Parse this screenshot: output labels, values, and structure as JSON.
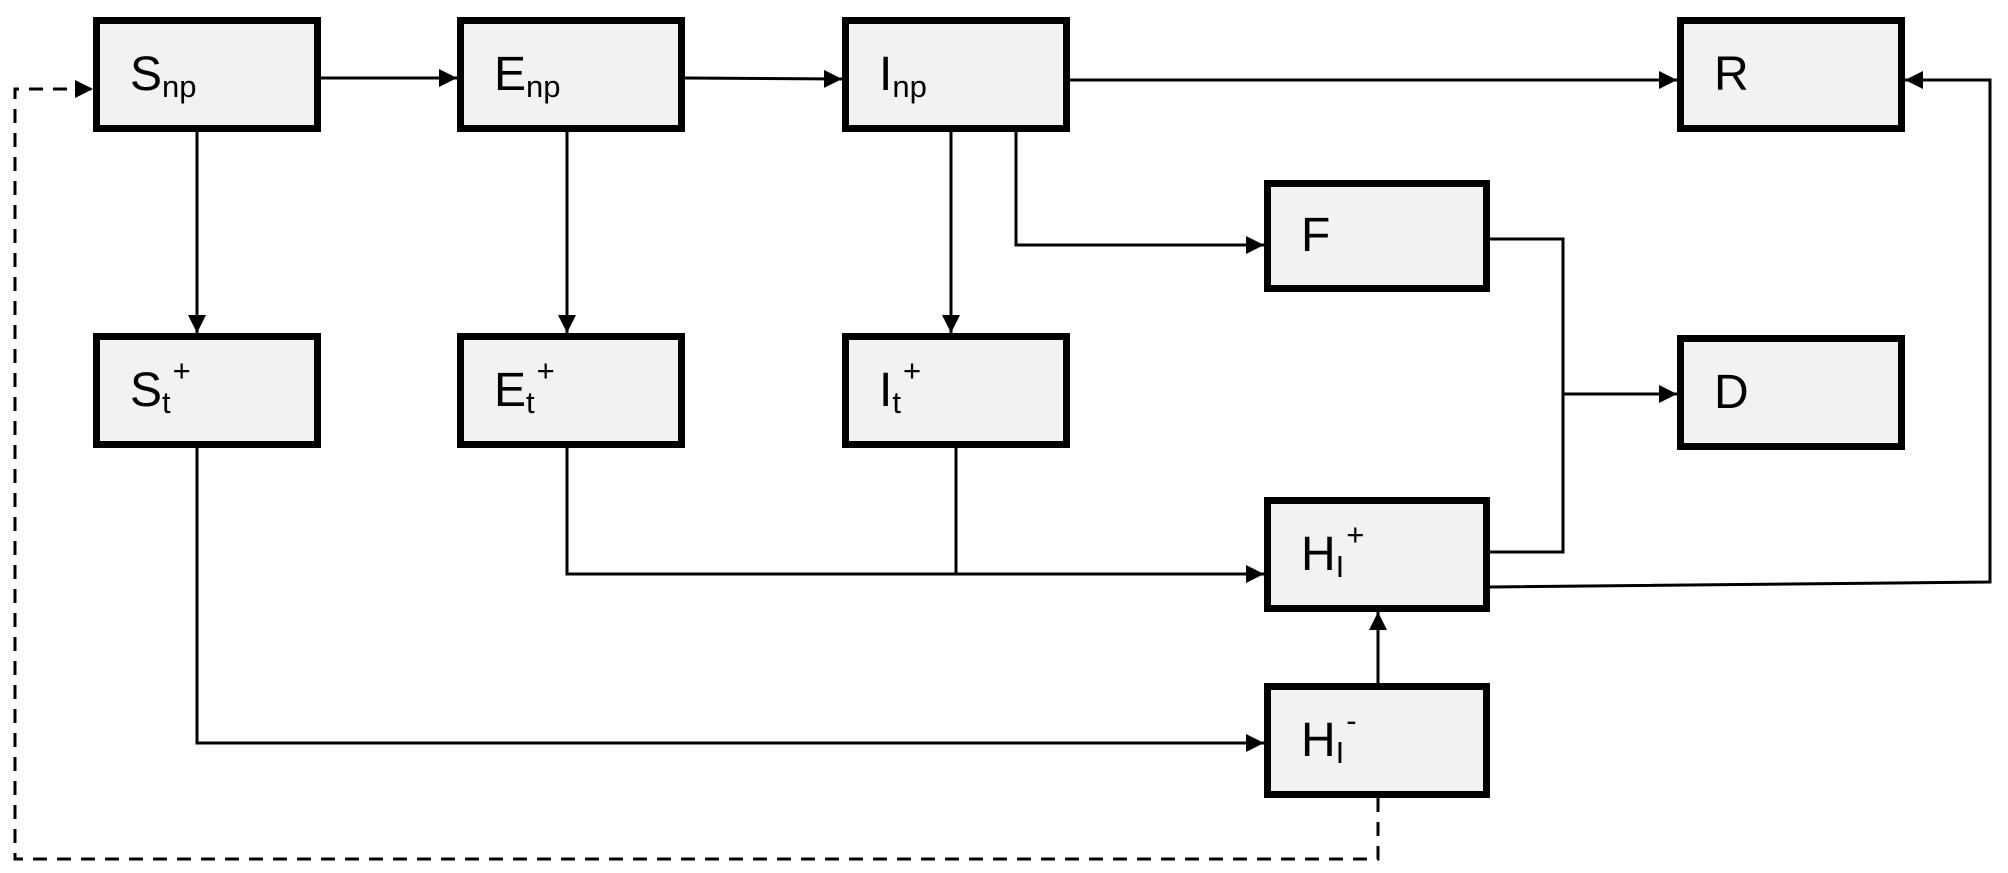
{
  "diagram": {
    "nodes": [
      {
        "id": "Snp",
        "base": "S",
        "sub": "np",
        "sup": ""
      },
      {
        "id": "Enp",
        "base": "E",
        "sub": "np",
        "sup": ""
      },
      {
        "id": "Inp",
        "base": "I",
        "sub": "np",
        "sup": ""
      },
      {
        "id": "R",
        "base": "R",
        "sub": "",
        "sup": ""
      },
      {
        "id": "F",
        "base": "F",
        "sub": "",
        "sup": ""
      },
      {
        "id": "St",
        "base": "S",
        "sub": "t",
        "sup": "+"
      },
      {
        "id": "Et",
        "base": "E",
        "sub": "t",
        "sup": "+"
      },
      {
        "id": "It",
        "base": "I",
        "sub": "t",
        "sup": "+"
      },
      {
        "id": "D",
        "base": "D",
        "sub": "",
        "sup": ""
      },
      {
        "id": "HIp",
        "base": "H",
        "sub": "I",
        "sup": "+"
      },
      {
        "id": "HIm",
        "base": "H",
        "sub": "I",
        "sup": "-"
      }
    ],
    "edges": [
      {
        "from": "Snp",
        "to": "Enp",
        "style": "solid"
      },
      {
        "from": "Enp",
        "to": "Inp",
        "style": "solid"
      },
      {
        "from": "Inp",
        "to": "R",
        "style": "solid"
      },
      {
        "from": "Snp",
        "to": "St",
        "style": "solid"
      },
      {
        "from": "Enp",
        "to": "Et",
        "style": "solid"
      },
      {
        "from": "Inp",
        "to": "It",
        "style": "solid"
      },
      {
        "from": "Inp",
        "to": "F",
        "style": "solid"
      },
      {
        "from": "F",
        "to": "D",
        "style": "solid"
      },
      {
        "from": "HIp",
        "to": "D",
        "style": "solid"
      },
      {
        "from": "Et",
        "to": "HIp",
        "style": "solid"
      },
      {
        "from": "It",
        "to": "HIp",
        "style": "solid"
      },
      {
        "from": "HIp",
        "to": "R",
        "style": "solid"
      },
      {
        "from": "St",
        "to": "HIm",
        "style": "solid"
      },
      {
        "from": "HIm",
        "to": "HIp",
        "style": "solid"
      },
      {
        "from": "HIm",
        "to": "Snp",
        "style": "dashed"
      }
    ]
  },
  "colors": {
    "box_fill": "#f2f2f2",
    "box_border": "#000000",
    "line": "#000000"
  }
}
